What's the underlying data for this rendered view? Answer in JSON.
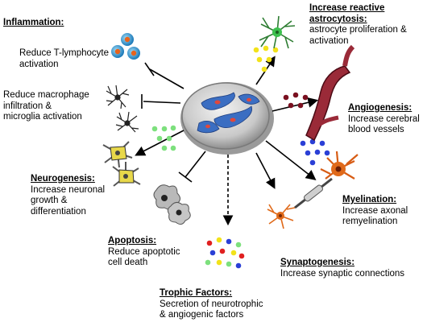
{
  "labels": {
    "inflammation": {
      "title": "Inflammation:",
      "desc": ""
    },
    "t_lymph": {
      "title": "",
      "desc": "Reduce T-lymphocyte\nactivation"
    },
    "macrophage": {
      "title": "",
      "desc": "Reduce macrophage\ninfiltration &\nmicroglia activation"
    },
    "neurogenesis": {
      "title": "Neurogenesis:",
      "desc": "Increase neuronal\ngrowth &\ndifferentiation"
    },
    "apoptosis": {
      "title": "Apoptosis:",
      "desc": "Reduce apoptotic\ncell death"
    },
    "trophic": {
      "title": "Trophic Factors:",
      "desc": "Secretion of neurotrophic\n& angiogenic factors"
    },
    "synaptogenesis": {
      "title": "Synaptogenesis:",
      "desc": "Increase synaptic connections"
    },
    "myelination": {
      "title": "Myelination:",
      "desc": "Increase axonal\nremyelination"
    },
    "angiogenesis": {
      "title": "Angiogenesis:",
      "desc": "Increase cerebral\nblood vessels"
    },
    "astrocytosis": {
      "title": "Increase reactive\nastrocytosis:",
      "desc": "astrocyte proliferation &\nactivation"
    }
  },
  "colors": {
    "dish": "#c8c8c8",
    "stem_cell": "#3a6fc4",
    "nucleus": "#d9473a",
    "astrocyte": "#2fb34a",
    "blood_vessel": "#8a1f2e",
    "neuron_yellow": "#e8d84a",
    "oligodendrocyte": "#e06a1a",
    "t_cell": "#2a9fd6",
    "factor_dot_green": "#7de07d",
    "factor_dot_yellow": "#f2e21a",
    "factor_dot_red": "#e02020",
    "factor_dot_blue": "#2a3fd6",
    "factor_dot_darkred": "#7a1020"
  },
  "icons": [
    "petri-dish-with-stem-cells",
    "t-cell-icon",
    "microglia-icon",
    "neuron-icon",
    "apoptotic-cell-icon",
    "trophic-factor-dots",
    "synapse-neuron-icon",
    "oligodendrocyte-icon",
    "blood-vessel-icon",
    "astrocyte-icon"
  ]
}
